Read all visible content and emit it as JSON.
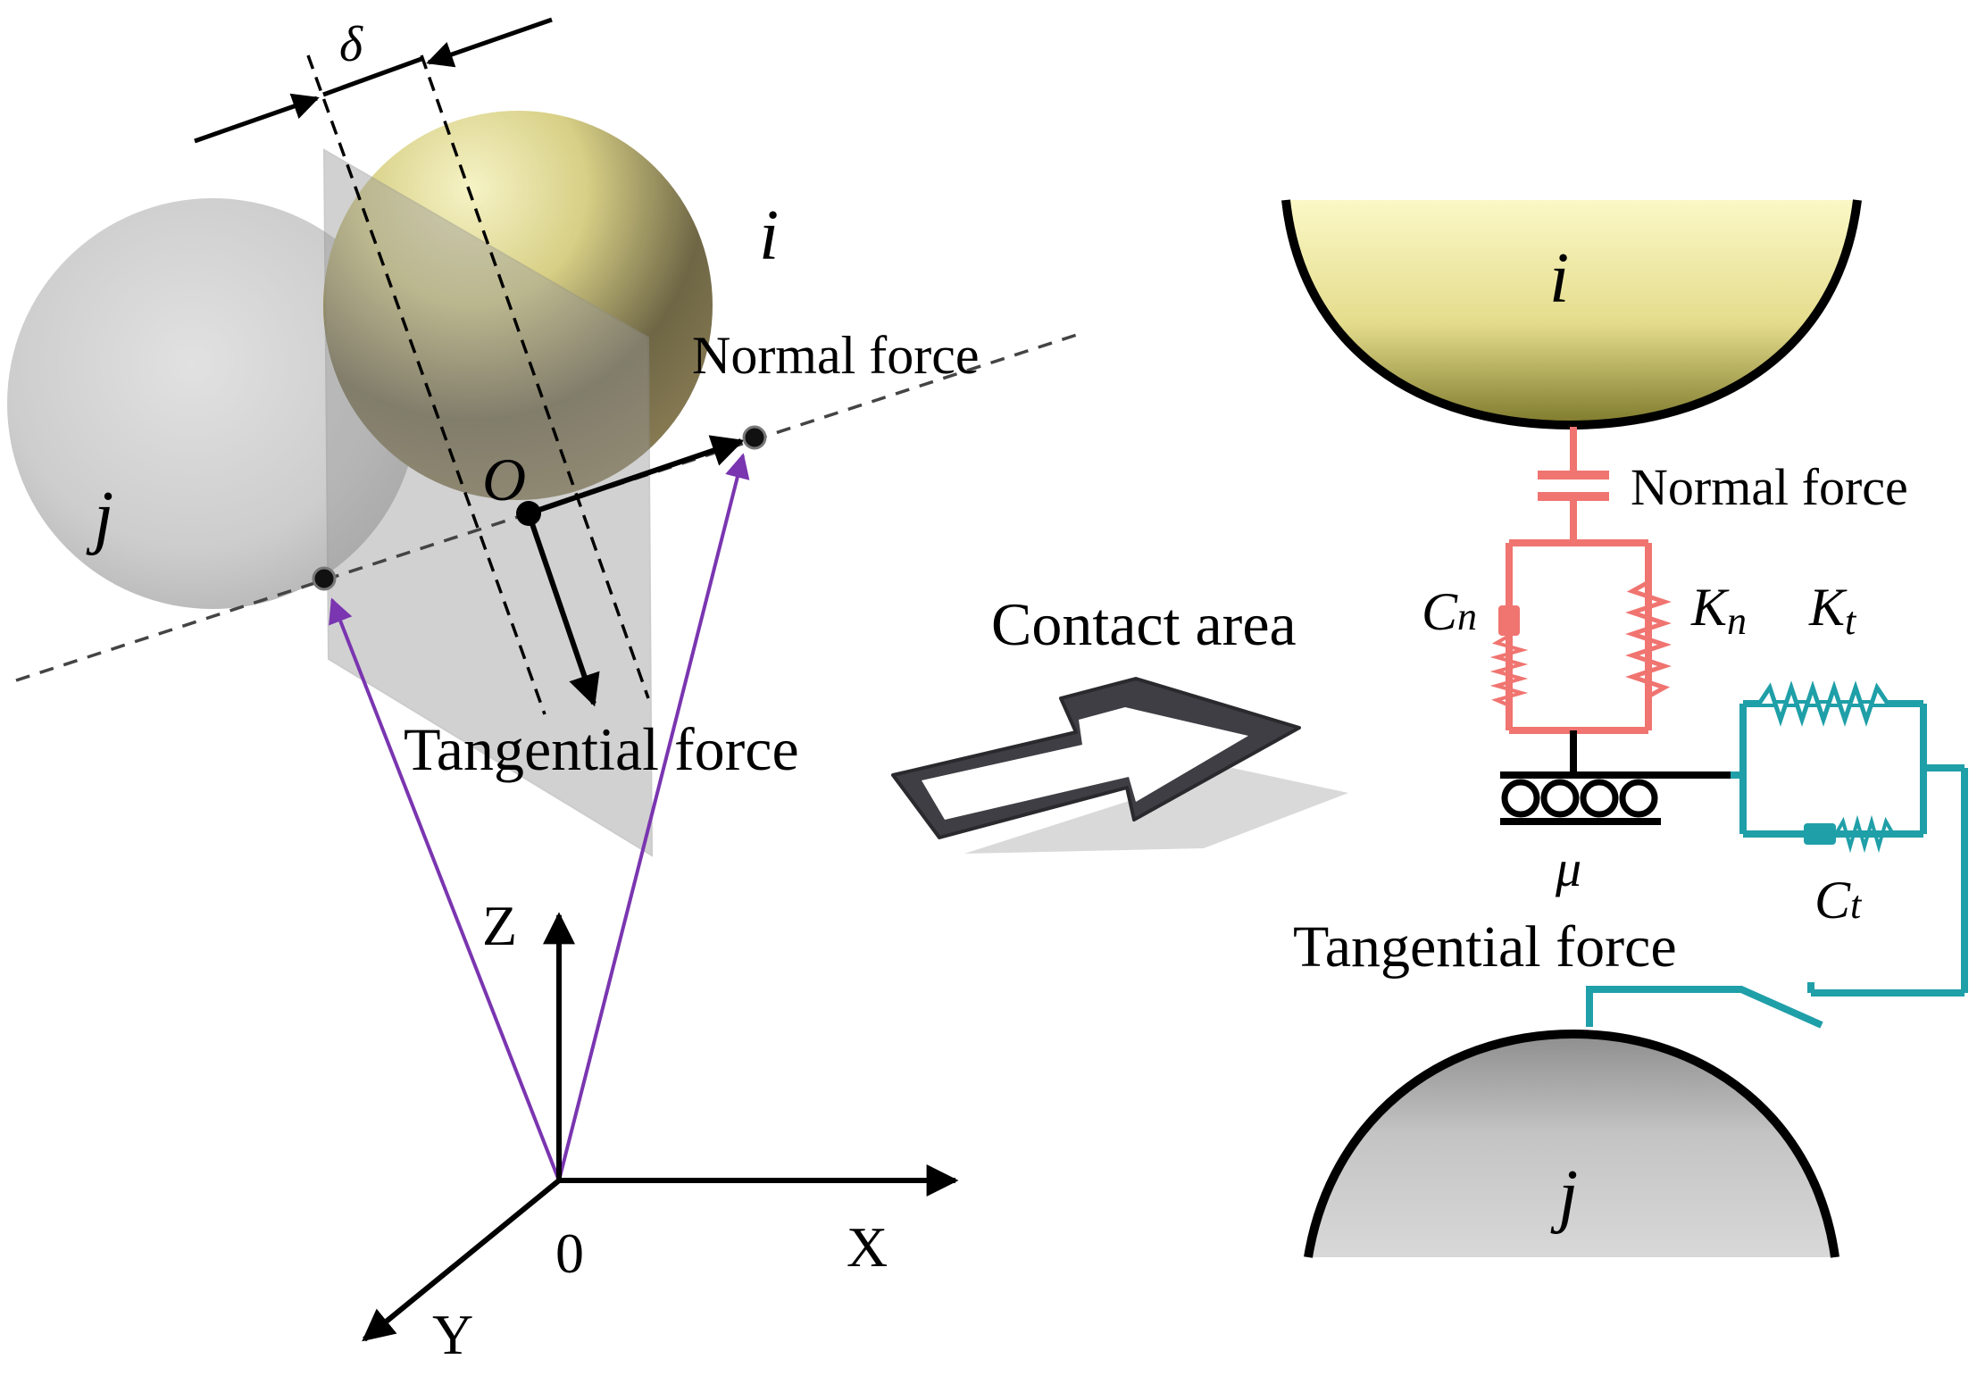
{
  "left": {
    "delta": "δ",
    "sphere_i": "i",
    "sphere_j": "j",
    "origin_o": "O",
    "normal_force": "Normal force",
    "tangential_force": "Tangential force",
    "axis_z": "Z",
    "axis_x": "X",
    "axis_y": "Y",
    "axis_origin": "0"
  },
  "arrow_label": "Contact area",
  "right": {
    "body_i": "i",
    "body_j": "j",
    "normal_force": "Normal force",
    "tangential_force": "Tangential force",
    "cn_main": "C",
    "cn_sub": "n",
    "kn_main": "K",
    "kn_sub": "n",
    "kt_main": "K",
    "kt_sub": "t",
    "ct_main": "C",
    "ct_sub": "t",
    "mu": "μ"
  },
  "colors": {
    "sphere_i": "#d8d37a",
    "sphere_j": "#bdbdbd",
    "normal_model": "#f07470",
    "tangential_model": "#1f9fa8",
    "position_vector": "#7a35b0"
  }
}
